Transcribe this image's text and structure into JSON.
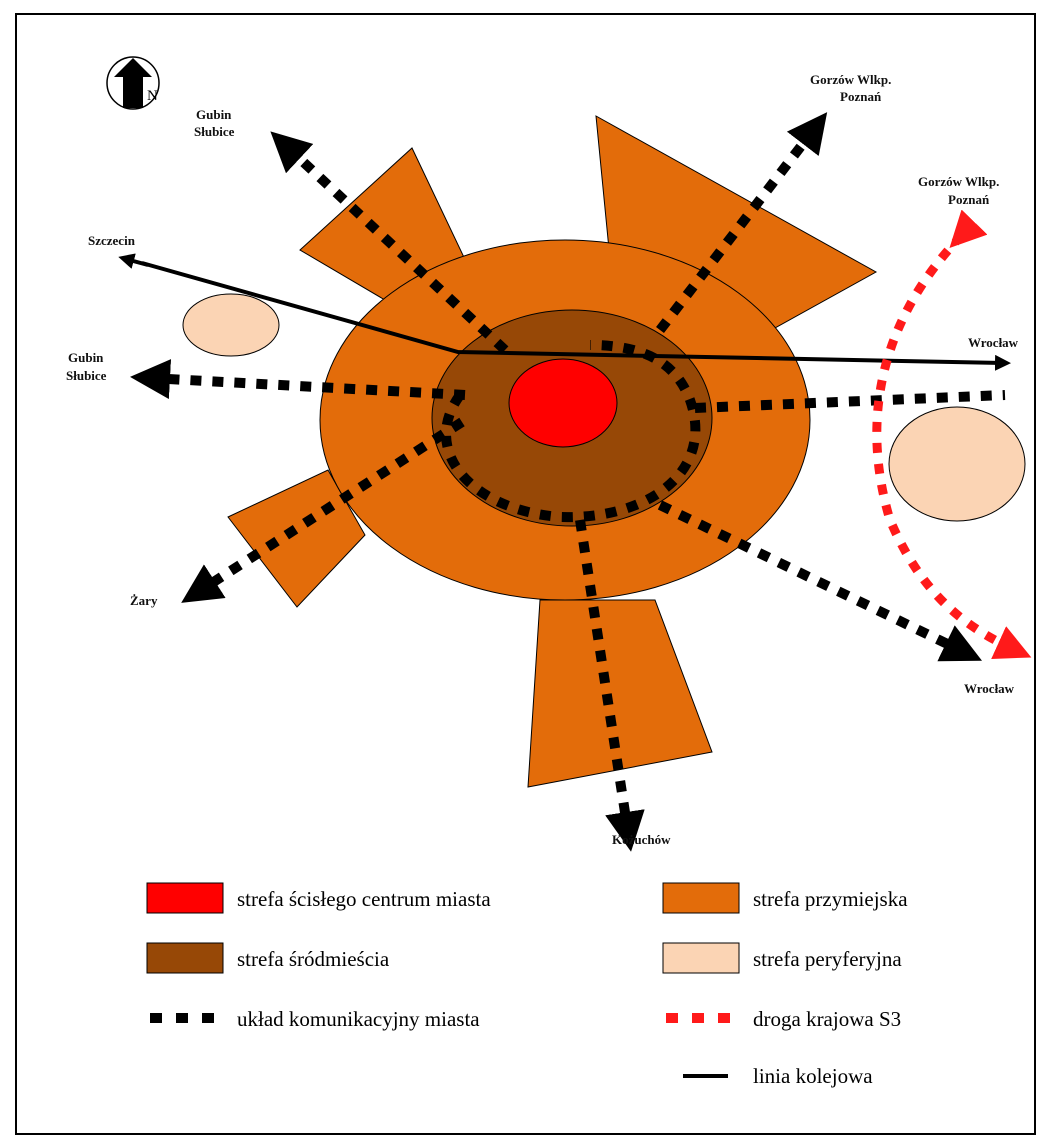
{
  "map": {
    "north_label": "N",
    "cities": {
      "gubin_slubice_nw": [
        "Gubin",
        "Słubice"
      ],
      "gubin_slubice_w": [
        "Gubin",
        "Słubice"
      ],
      "szczecin": "Szczecin",
      "zary": "Żary",
      "kozuchow": "Kożuchów",
      "gorzow_poznan_ne": [
        "Gorzów Wlkp.",
        "Poznań"
      ],
      "gorzow_poznan_s3": [
        "Gorzów Wlkp.",
        "Poznań"
      ],
      "wroclaw_rail": "Wrocław",
      "wroclaw_s3": "Wrocław"
    }
  },
  "legend": {
    "items": [
      {
        "label": "strefa ścisłego centrum miasta",
        "swatch": "#ff0000"
      },
      {
        "label": "strefa przymiejska",
        "swatch": "#e36c0a"
      },
      {
        "label": "strefa śródmieścia",
        "swatch": "#974806"
      },
      {
        "label": "strefa peryferyjna",
        "swatch": "#fbd4b4"
      },
      {
        "label": "układ komunikacyjny miasta",
        "swatch": "#000000"
      },
      {
        "label": "droga krajowa S3",
        "swatch": "#ff0000"
      },
      {
        "label": "linia kolejowa",
        "swatch": "#000000"
      }
    ]
  },
  "colors": {
    "suburban": "#e36c0a",
    "downtown": "#974806",
    "center": "#ff0000",
    "peripheral": "#fbd4b4",
    "road": "#000000",
    "s3": "#ff1a1a"
  }
}
